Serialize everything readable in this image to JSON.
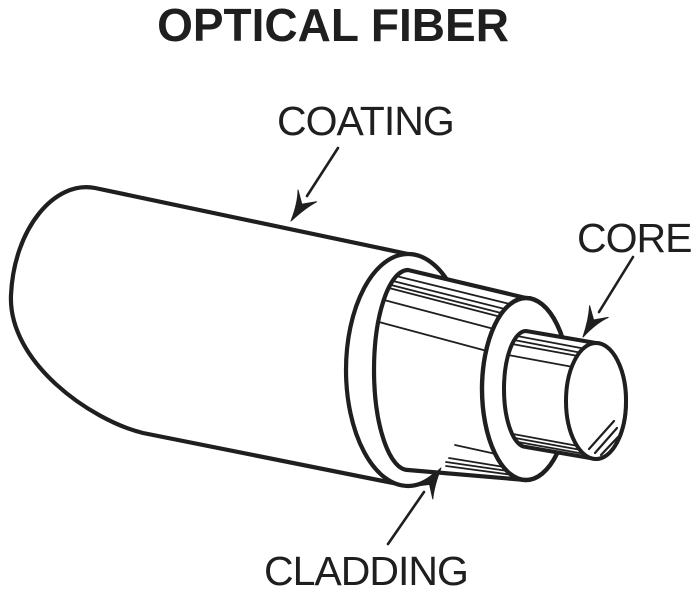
{
  "title": "OPTICAL FIBER",
  "labels": {
    "coating": "COATING",
    "core": "CORE",
    "cladding": "CLADDING"
  },
  "colors": {
    "line": "#1f1f1f",
    "background": "#ffffff"
  }
}
